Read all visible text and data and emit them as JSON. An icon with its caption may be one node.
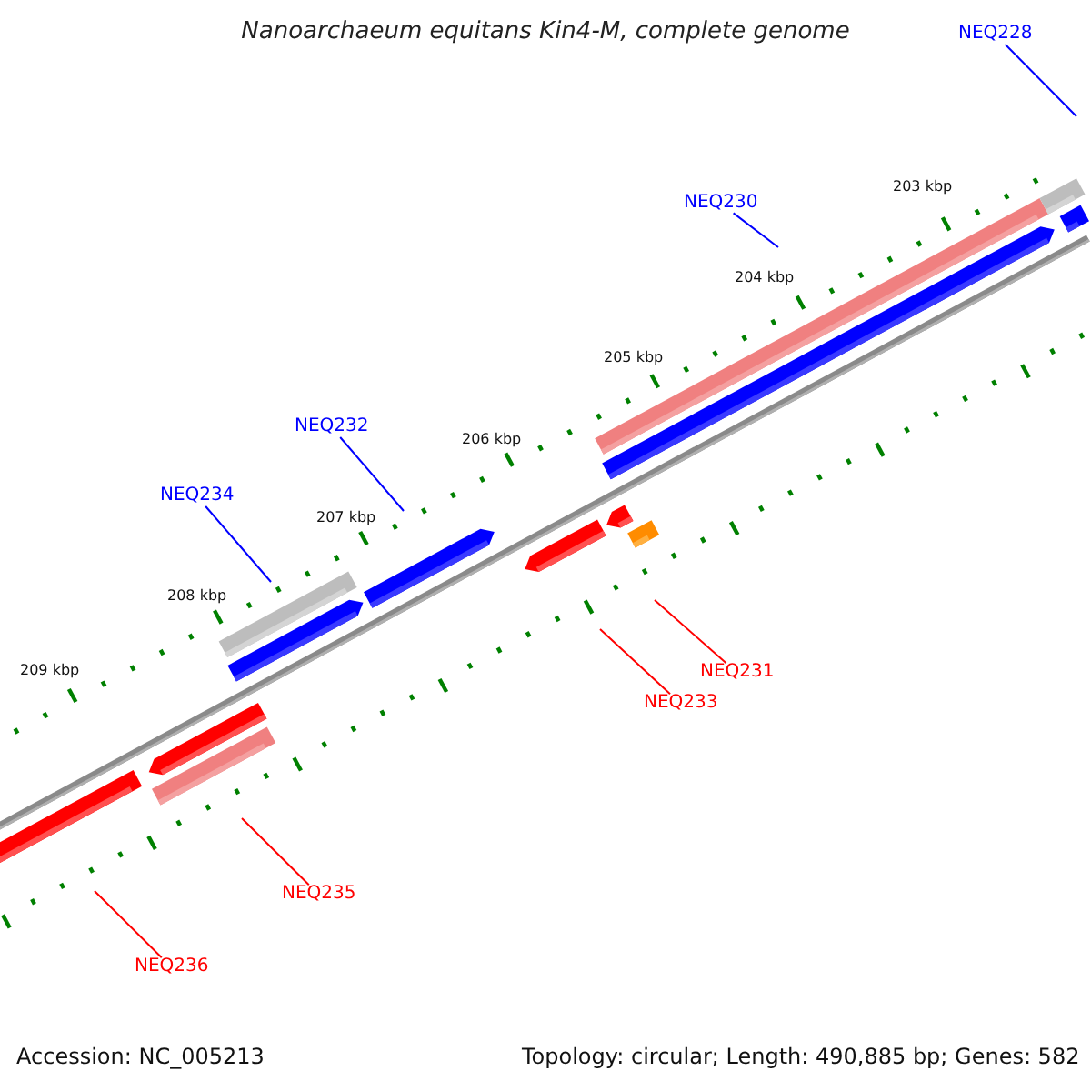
{
  "diagram": {
    "title": "Nanoarchaeum equitans Kin4-M, complete genome",
    "nodes": [
      {
        "text": [
          "NEQ228"
        ]
      },
      {
        "text": [
          "NEQ230"
        ]
      },
      {
        "text": [
          "NEQ232"
        ]
      },
      {
        "text": [
          "NEQ234"
        ]
      },
      {
        "text": [
          "NEQ231"
        ]
      },
      {
        "text": [
          "NEQ233"
        ]
      },
      {
        "text": [
          "NEQ235"
        ]
      },
      {
        "text": [
          "NEQ236"
        ]
      }
    ],
    "edges": [
      {
        "from": 0,
        "to": null,
        "arrow": "none",
        "color": "#0000ff"
      },
      {
        "from": 1,
        "to": null,
        "arrow": "none",
        "color": "#0000ff"
      },
      {
        "from": 2,
        "to": null,
        "arrow": "none",
        "color": "#0000ff"
      },
      {
        "from": 3,
        "to": null,
        "arrow": "none",
        "color": "#0000ff"
      },
      {
        "from": 4,
        "to": null,
        "arrow": "none",
        "color": "#ff0000"
      },
      {
        "from": 5,
        "to": null,
        "arrow": "none",
        "color": "#ff0000"
      },
      {
        "from": 6,
        "to": null,
        "arrow": "none",
        "color": "#ff0000"
      },
      {
        "from": 7,
        "to": null,
        "arrow": "none",
        "color": "#ff0000"
      }
    ],
    "labels": [
      "203 kbp",
      "204 kbp",
      "205 kbp",
      "206 kbp",
      "207 kbp",
      "208 kbp",
      "209 kbp",
      "Accession: NC_005213",
      "Topology: circular; Length: 490,885 bp; Genes: 582"
    ]
  }
}
